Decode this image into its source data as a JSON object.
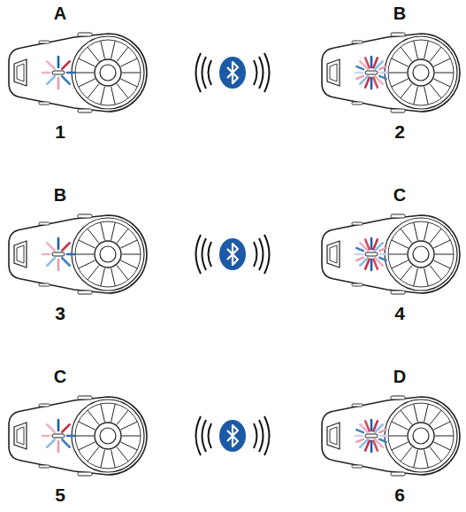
{
  "diagram": {
    "labels": [
      "A",
      "B",
      "1",
      "2",
      "B",
      "C",
      "3",
      "4",
      "C",
      "D",
      "5",
      "6"
    ]
  }
}
